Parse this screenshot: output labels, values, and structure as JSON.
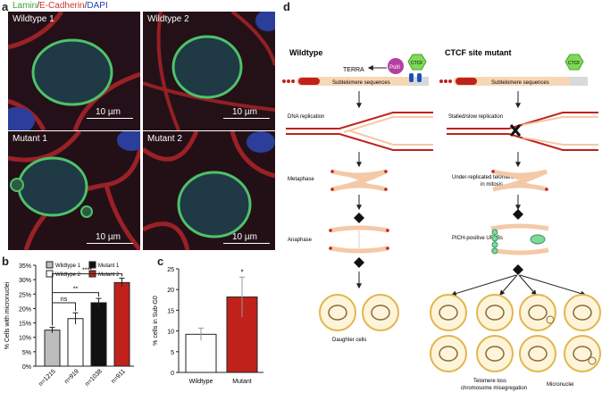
{
  "panel_a": {
    "label": "a",
    "stain_lamin": "Lamin",
    "stain_sep1": "/",
    "stain_ecad": "E-Cadherin",
    "stain_sep2": "/",
    "stain_dapi": "DAPI",
    "colors": {
      "lamin": "#3aa535",
      "ecad": "#d0342c",
      "dapi": "#2b3fb0"
    },
    "images": [
      {
        "title": "Wildtype 1",
        "scale": "10 µm"
      },
      {
        "title": "Wildtype 2",
        "scale": "10 µm"
      },
      {
        "title": "Mutant 1",
        "scale": "10 µm"
      },
      {
        "title": "Mutant 2",
        "scale": "10 µm"
      }
    ]
  },
  "panel_b": {
    "label": "b"
  },
  "panel_c": {
    "label": "c"
  },
  "panel_d": {
    "label": "d",
    "wt_title": "Wildtype",
    "mut_title": "CTCF site mutant",
    "terra": "TERRA",
    "pol": "PolII",
    "ctcf": "CTCF",
    "subtelomere": "Subtelomere sequences",
    "dna_rep": "DNA replication",
    "stalled": "Stalled/slow replication",
    "metaphase": "Metaphase",
    "under_rep_1": "Under-replicated telomeres",
    "under_rep_2": "in mitosis",
    "anaphase": "Anaphase",
    "pich": "PICH-positive UFABs",
    "daughter": "Daughter cells",
    "telo_loss_1": "Telomere loss",
    "telo_loss_2": "chromosome misegregation",
    "micronuclei": "Micronuclei"
  },
  "chart_data": [
    {
      "type": "bar",
      "title": "",
      "ylabel": "% Cells with micronuclei",
      "ylim": [
        0,
        35
      ],
      "yticks": [
        "0%",
        "5%",
        "10%",
        "15%",
        "20%",
        "25%",
        "30%",
        "35%"
      ],
      "categories": [
        "Wildtype 1",
        "Wildtype 2",
        "Mutant 1",
        "Mutant 2"
      ],
      "values": [
        12.5,
        16.5,
        22,
        29
      ],
      "errors": [
        1,
        2,
        1.5,
        1.5
      ],
      "colors": [
        "#bdbdbd",
        "#ffffff",
        "#111111",
        "#c0221b"
      ],
      "n_labels": [
        "n=1215",
        "n=919",
        "n=1038",
        "n=911"
      ],
      "legend": [
        "Wildtype 1",
        "Wildtype 2",
        "Mutant 1",
        "Mutant 2"
      ],
      "significance": [
        "ns",
        "**",
        "****"
      ]
    },
    {
      "type": "bar",
      "title": "",
      "ylabel": "% cells in Sub-G0",
      "ylim": [
        0,
        25
      ],
      "yticks": [
        "0",
        "5",
        "10",
        "15",
        "20",
        "25"
      ],
      "categories": [
        "Wildtype",
        "Mutant"
      ],
      "values": [
        9.2,
        18.2
      ],
      "errors": [
        1.5,
        4.8
      ],
      "colors": [
        "#ffffff",
        "#c0221b"
      ],
      "significance": [
        "*"
      ]
    }
  ]
}
